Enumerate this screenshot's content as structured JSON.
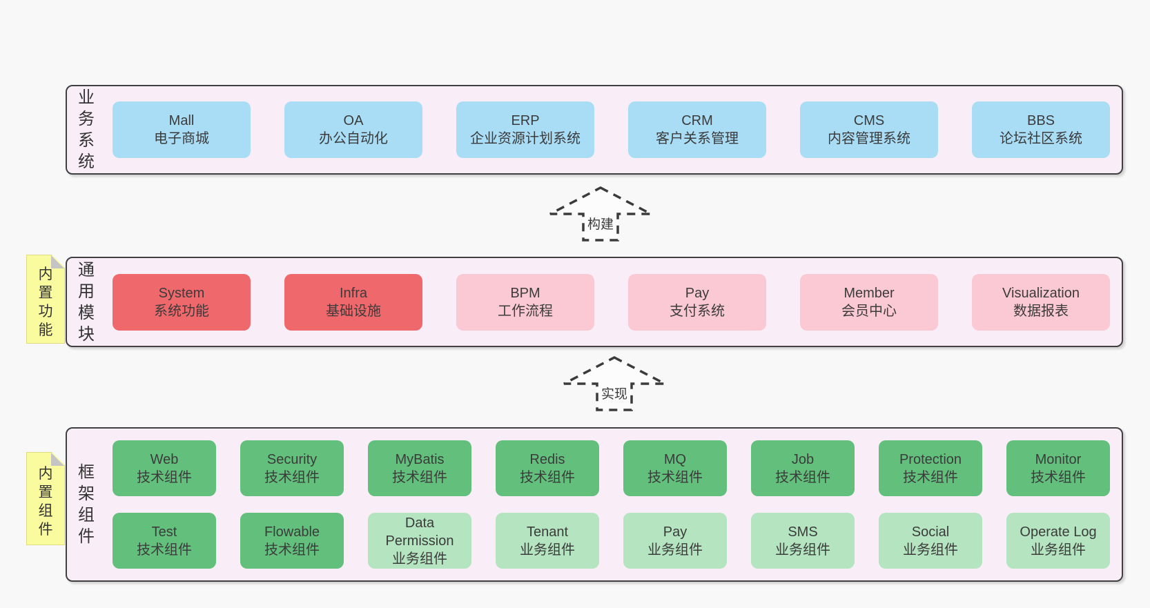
{
  "palette": {
    "page_bg": "#f8f8f8",
    "band_bg": "#f9eef7",
    "band_border": "#404040",
    "box_blue": "#a9ddf6",
    "box_red": "#ef686c",
    "box_pink": "#fbc9d4",
    "box_green": "#62c07c",
    "box_light_green": "#b5e4c0",
    "sticky_bg": "#fafa9f",
    "sticky_border": "#dedc7e",
    "sticky_fold": "#c4c4c4",
    "text": "#3b3b3b",
    "arrow_stroke": "#3b3b3b"
  },
  "arrows": [
    {
      "label": "构建"
    },
    {
      "label": "实现"
    }
  ],
  "bands": [
    {
      "label": "业务系统",
      "rows": [
        [
          {
            "title": "Mall",
            "subtitle": "电子商城",
            "palette": "blue"
          },
          {
            "title": "OA",
            "subtitle": "办公自动化",
            "palette": "blue"
          },
          {
            "title": "ERP",
            "subtitle": "企业资源计划系统",
            "palette": "blue"
          },
          {
            "title": "CRM",
            "subtitle": "客户关系管理",
            "palette": "blue"
          },
          {
            "title": "CMS",
            "subtitle": "内容管理系统",
            "palette": "blue"
          },
          {
            "title": "BBS",
            "subtitle": "论坛社区系统",
            "palette": "blue"
          }
        ]
      ]
    },
    {
      "label": "通用模块",
      "sticky": "内置功能",
      "rows": [
        [
          {
            "title": "System",
            "subtitle": "系统功能",
            "palette": "red"
          },
          {
            "title": "Infra",
            "subtitle": "基础设施",
            "palette": "red"
          },
          {
            "title": "BPM",
            "subtitle": "工作流程",
            "palette": "pink"
          },
          {
            "title": "Pay",
            "subtitle": "支付系统",
            "palette": "pink"
          },
          {
            "title": "Member",
            "subtitle": "会员中心",
            "palette": "pink"
          },
          {
            "title": "Visualization",
            "subtitle": "数据报表",
            "palette": "pink"
          }
        ]
      ]
    },
    {
      "label": "框架组件",
      "sticky": "内置组件",
      "rows": [
        [
          {
            "title": "Web",
            "subtitle": "技术组件",
            "palette": "green"
          },
          {
            "title": "Security",
            "subtitle": "技术组件",
            "palette": "green"
          },
          {
            "title": "MyBatis",
            "subtitle": "技术组件",
            "palette": "green"
          },
          {
            "title": "Redis",
            "subtitle": "技术组件",
            "palette": "green"
          },
          {
            "title": "MQ",
            "subtitle": "技术组件",
            "palette": "green"
          },
          {
            "title": "Job",
            "subtitle": "技术组件",
            "palette": "green"
          },
          {
            "title": "Protection",
            "subtitle": "技术组件",
            "palette": "green"
          },
          {
            "title": "Monitor",
            "subtitle": "技术组件",
            "palette": "green"
          }
        ],
        [
          {
            "title": "Test",
            "subtitle": "技术组件",
            "palette": "green"
          },
          {
            "title": "Flowable",
            "subtitle": "技术组件",
            "palette": "green"
          },
          {
            "title": "Data Permission",
            "subtitle": "业务组件",
            "palette": "light-green"
          },
          {
            "title": "Tenant",
            "subtitle": "业务组件",
            "palette": "light-green"
          },
          {
            "title": "Pay",
            "subtitle": "业务组件",
            "palette": "light-green"
          },
          {
            "title": "SMS",
            "subtitle": "业务组件",
            "palette": "light-green"
          },
          {
            "title": "Social",
            "subtitle": "业务组件",
            "palette": "light-green"
          },
          {
            "title": "Operate Log",
            "subtitle": "业务组件",
            "palette": "light-green"
          }
        ]
      ]
    }
  ]
}
